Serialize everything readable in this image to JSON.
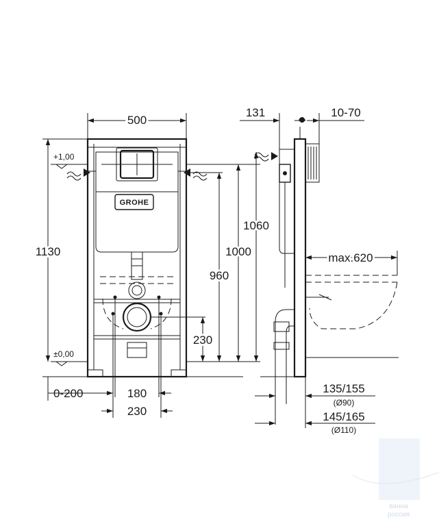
{
  "front_view": {
    "width_label": "500",
    "total_height_label": "1130",
    "level_top_label": "+1,00",
    "level_floor_label": "±0,00",
    "logo_label": "GROHE",
    "height_960_label": "960",
    "height_1000_label": "1000",
    "height_1060_label": "1060",
    "drain_height_label": "230",
    "offset_label": "0-200",
    "inner_width_label": "180",
    "outer_width_label": "230"
  },
  "side_view": {
    "depth_label": "131",
    "wall_gap_label": "10-70",
    "max_projection_label": "max.620",
    "drain_offset_1_label": "135/155",
    "drain_diameter_1_label": "(Ø90)",
    "drain_offset_2_label": "145/165",
    "drain_diameter_2_label": "(Ø110)"
  },
  "watermark": {
    "text_line_1": "ванна",
    "text_line_2": "россия"
  }
}
